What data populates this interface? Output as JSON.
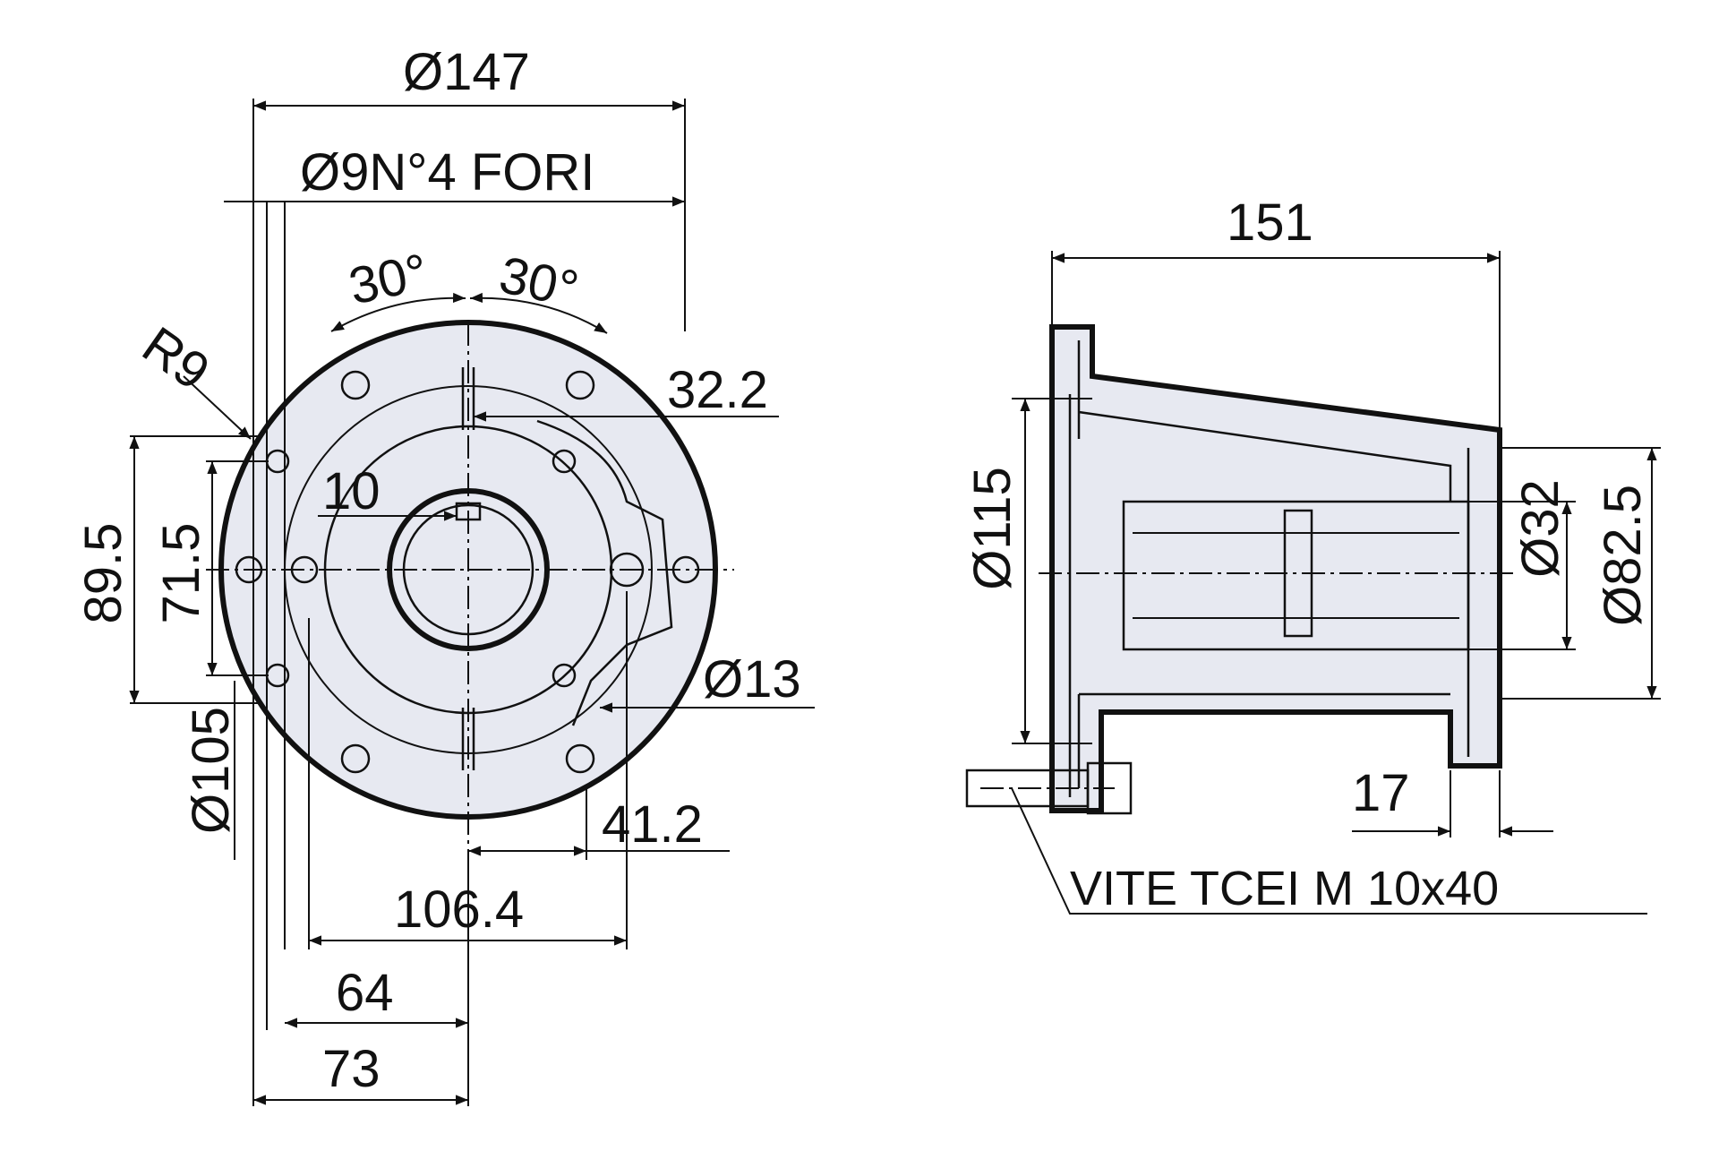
{
  "front_view": {
    "dims": {
      "d147": "Ø147",
      "holes": "Ø9N°4 FORI",
      "a30_left": "30°",
      "a30_right": "30°",
      "r9": "R9",
      "d32_2": "32.2",
      "d10": "10",
      "d89_5": "89.5",
      "d71_5": "71.5",
      "d13": "Ø13",
      "d105": "Ø105",
      "d41_2": "41.2",
      "d106_4": "106.4",
      "d64": "64",
      "d73": "73"
    }
  },
  "side_view": {
    "dims": {
      "d151": "151",
      "d115": "Ø115",
      "d32": "Ø32",
      "d82_5": "Ø82.5",
      "d17": "17"
    },
    "screw_note": "VITE TCEI M 10x40"
  },
  "colors": {
    "body_fill": "#e7e9f1",
    "line": "#111111"
  }
}
